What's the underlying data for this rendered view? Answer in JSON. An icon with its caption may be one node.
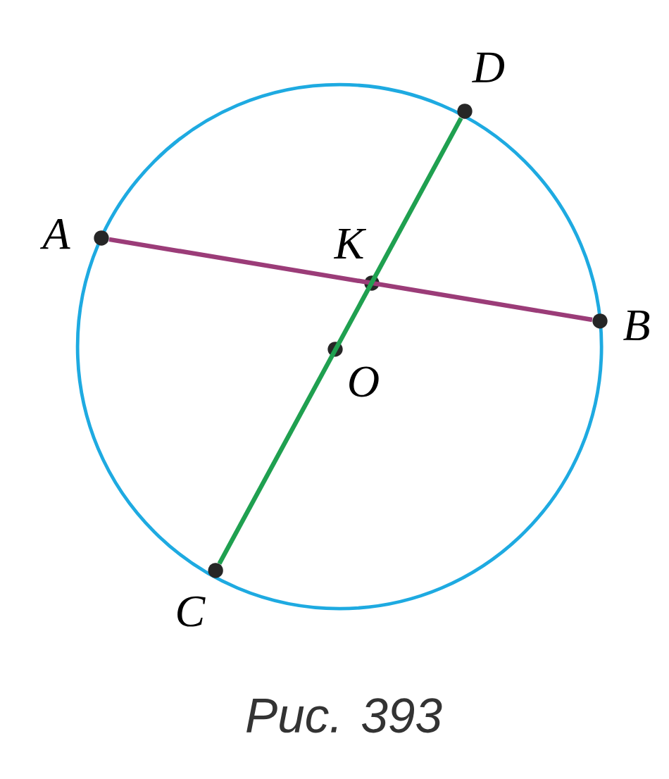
{
  "diagram": {
    "caption": "Рис. 393",
    "nodes": [
      {
        "text": [
          "D"
        ]
      },
      {
        "text": [
          "A"
        ]
      },
      {
        "text": [
          "K"
        ]
      },
      {
        "text": [
          "B"
        ]
      },
      {
        "text": [
          "O"
        ]
      },
      {
        "text": [
          "C"
        ]
      }
    ],
    "edges": [
      {
        "from": 1,
        "to": 3,
        "arrow": "none",
        "color": "#9b3c78"
      },
      {
        "from": 5,
        "to": 0,
        "arrow": "none",
        "color": "#1fa050"
      }
    ]
  }
}
